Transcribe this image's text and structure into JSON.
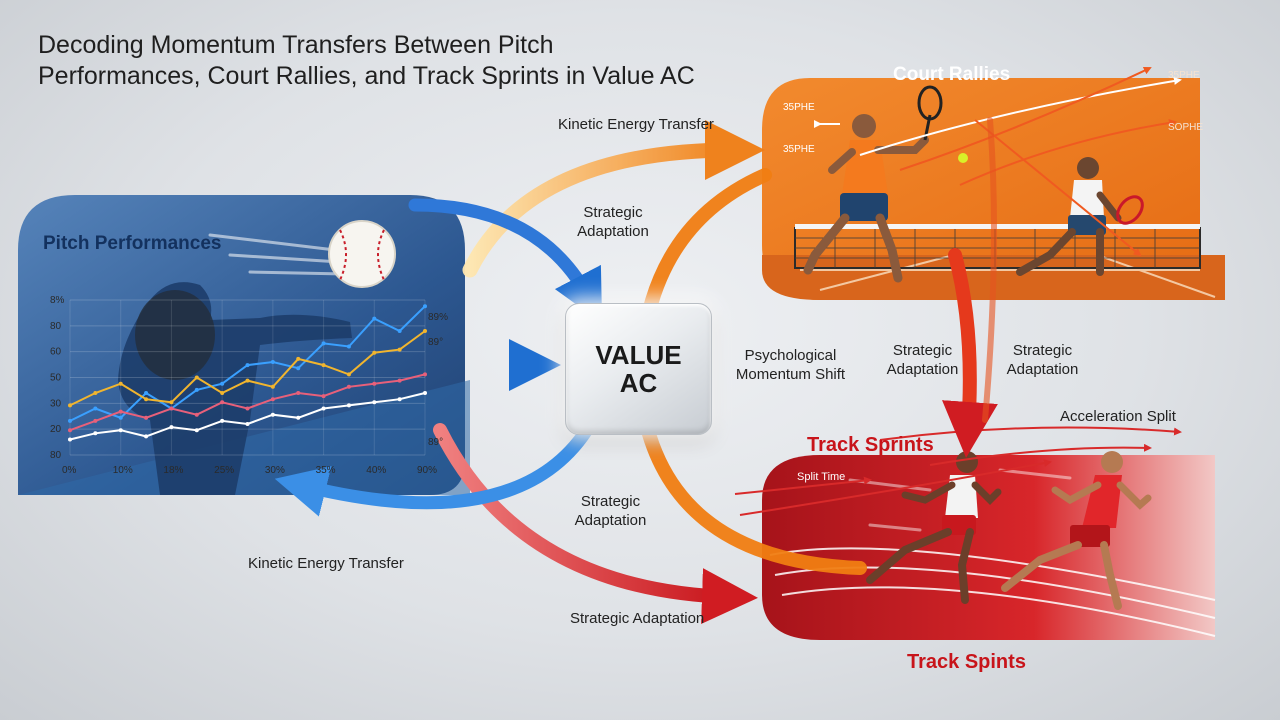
{
  "title_lines": [
    "Decoding Momentum Transfers Between Pitch",
    "Performances, Court Rallies, and Track Sprints in Value AC"
  ],
  "center_node": {
    "label": "VALUE AC"
  },
  "panels": {
    "pitch": {
      "title": "Pitch Performances"
    },
    "court": {
      "title": "Court Rallies"
    },
    "track": {
      "title": "Track Sprints",
      "footer": "Track Spints"
    }
  },
  "flow_labels": {
    "kinetic_top": "Kinetic Energy Transfer",
    "strategic_top": "Strategic Adaptation",
    "psychological": "Psychological Momentum Shift",
    "strategic_right_a": "Strategic Adaptation",
    "strategic_right_b": "Strategic Adaptation",
    "strategic_mid": "Strategic Adaptation",
    "kinetic_bottom": "Kinetic Energy Transfer",
    "strategic_bottom": "Strategic Adaptation",
    "acceleration_split": "Acceleration Split",
    "split_time": "Split Time"
  },
  "court_annotations": [
    "35PHE",
    "35PHE",
    "35PHE",
    "SOPHE"
  ],
  "chart_data": {
    "type": "line",
    "x_tick_labels": [
      "0%",
      "10%",
      "18%",
      "25%",
      "30%",
      "35%",
      "40%",
      "90%"
    ],
    "y_tick_labels": [
      "8%",
      "80",
      "60",
      "50",
      "30",
      "20",
      "80"
    ],
    "annotations": [
      "89%",
      "89°",
      "89°"
    ],
    "series_colors": [
      "#3aa0ff",
      "#f1b52e",
      "#e8607a",
      "#ffffff"
    ],
    "series": [
      {
        "values": [
          0.22,
          0.3,
          0.24,
          0.4,
          0.3,
          0.42,
          0.46,
          0.58,
          0.6,
          0.56,
          0.72,
          0.7,
          0.88,
          0.8,
          0.96
        ]
      },
      {
        "values": [
          0.32,
          0.4,
          0.46,
          0.36,
          0.34,
          0.5,
          0.4,
          0.48,
          0.44,
          0.62,
          0.58,
          0.52,
          0.66,
          0.68,
          0.8
        ]
      },
      {
        "values": [
          0.16,
          0.22,
          0.28,
          0.24,
          0.3,
          0.26,
          0.34,
          0.3,
          0.36,
          0.4,
          0.38,
          0.44,
          0.46,
          0.48,
          0.52
        ]
      },
      {
        "values": [
          0.1,
          0.14,
          0.16,
          0.12,
          0.18,
          0.16,
          0.22,
          0.2,
          0.26,
          0.24,
          0.3,
          0.32,
          0.34,
          0.36,
          0.4
        ]
      }
    ]
  }
}
